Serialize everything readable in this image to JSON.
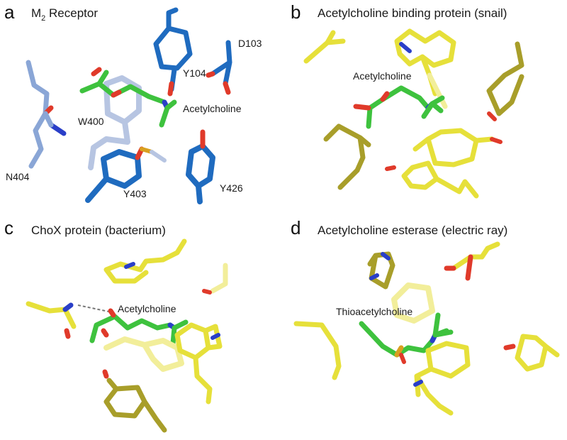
{
  "colors": {
    "m2_dark": "#1f6bbf",
    "m2_light": "#8aa6d6",
    "m2_faint": "#b7c5e2",
    "yellow": "#e6e03a",
    "yellow_dark": "#a89e2a",
    "yellow_faint": "#f2ee9a",
    "green": "#3ec23e",
    "oxygen": "#e03a2a",
    "nitrogen": "#2a3fc8",
    "sulfur": "#d9a020",
    "hbond": "#777777"
  },
  "panels": {
    "a": {
      "letter": "a",
      "title": "M",
      "subscript": "2",
      "title_rest": " Receptor",
      "labels": [
        "Y104",
        "D103",
        "Acetylcholine",
        "W400",
        "N404",
        "Y403",
        "Y426"
      ]
    },
    "b": {
      "letter": "b",
      "title": "Acetylcholine binding protein (snail)",
      "labels": [
        "Acetylcholine"
      ]
    },
    "c": {
      "letter": "c",
      "title": "ChoX protein (bacterium)",
      "labels": [
        "Acetylcholine"
      ]
    },
    "d": {
      "letter": "d",
      "title": "Acetylcholine esterase (electric ray)",
      "labels": [
        "Thioacetylcholine"
      ]
    }
  }
}
